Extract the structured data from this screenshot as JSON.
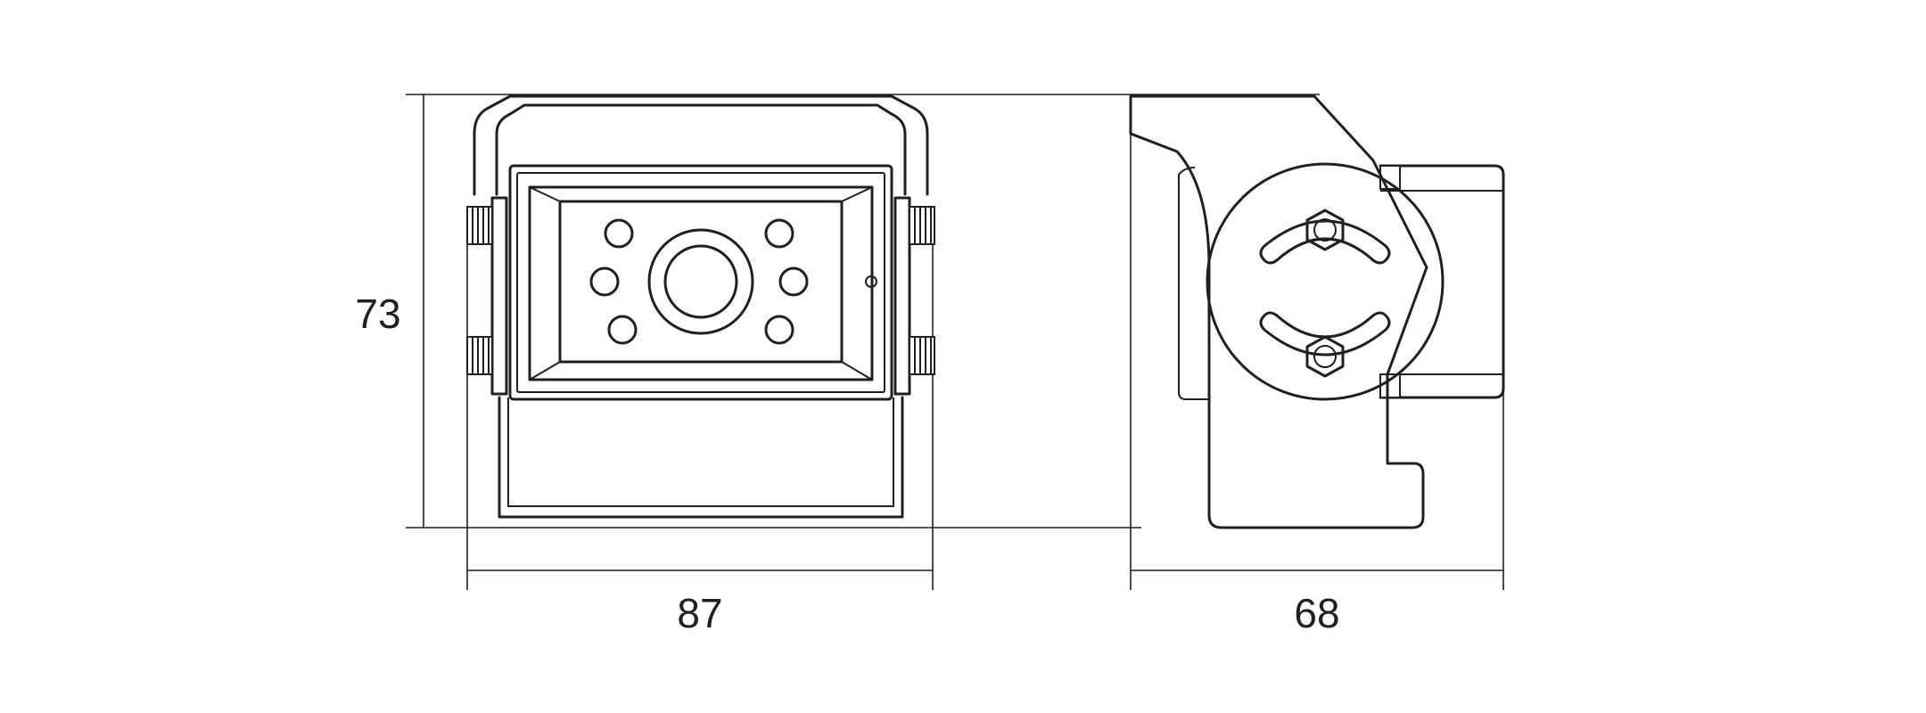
{
  "dimensions": {
    "height": "73",
    "front_width": "87",
    "side_depth": "68"
  },
  "colors": {
    "line": "#231f20",
    "background": "#ffffff"
  }
}
